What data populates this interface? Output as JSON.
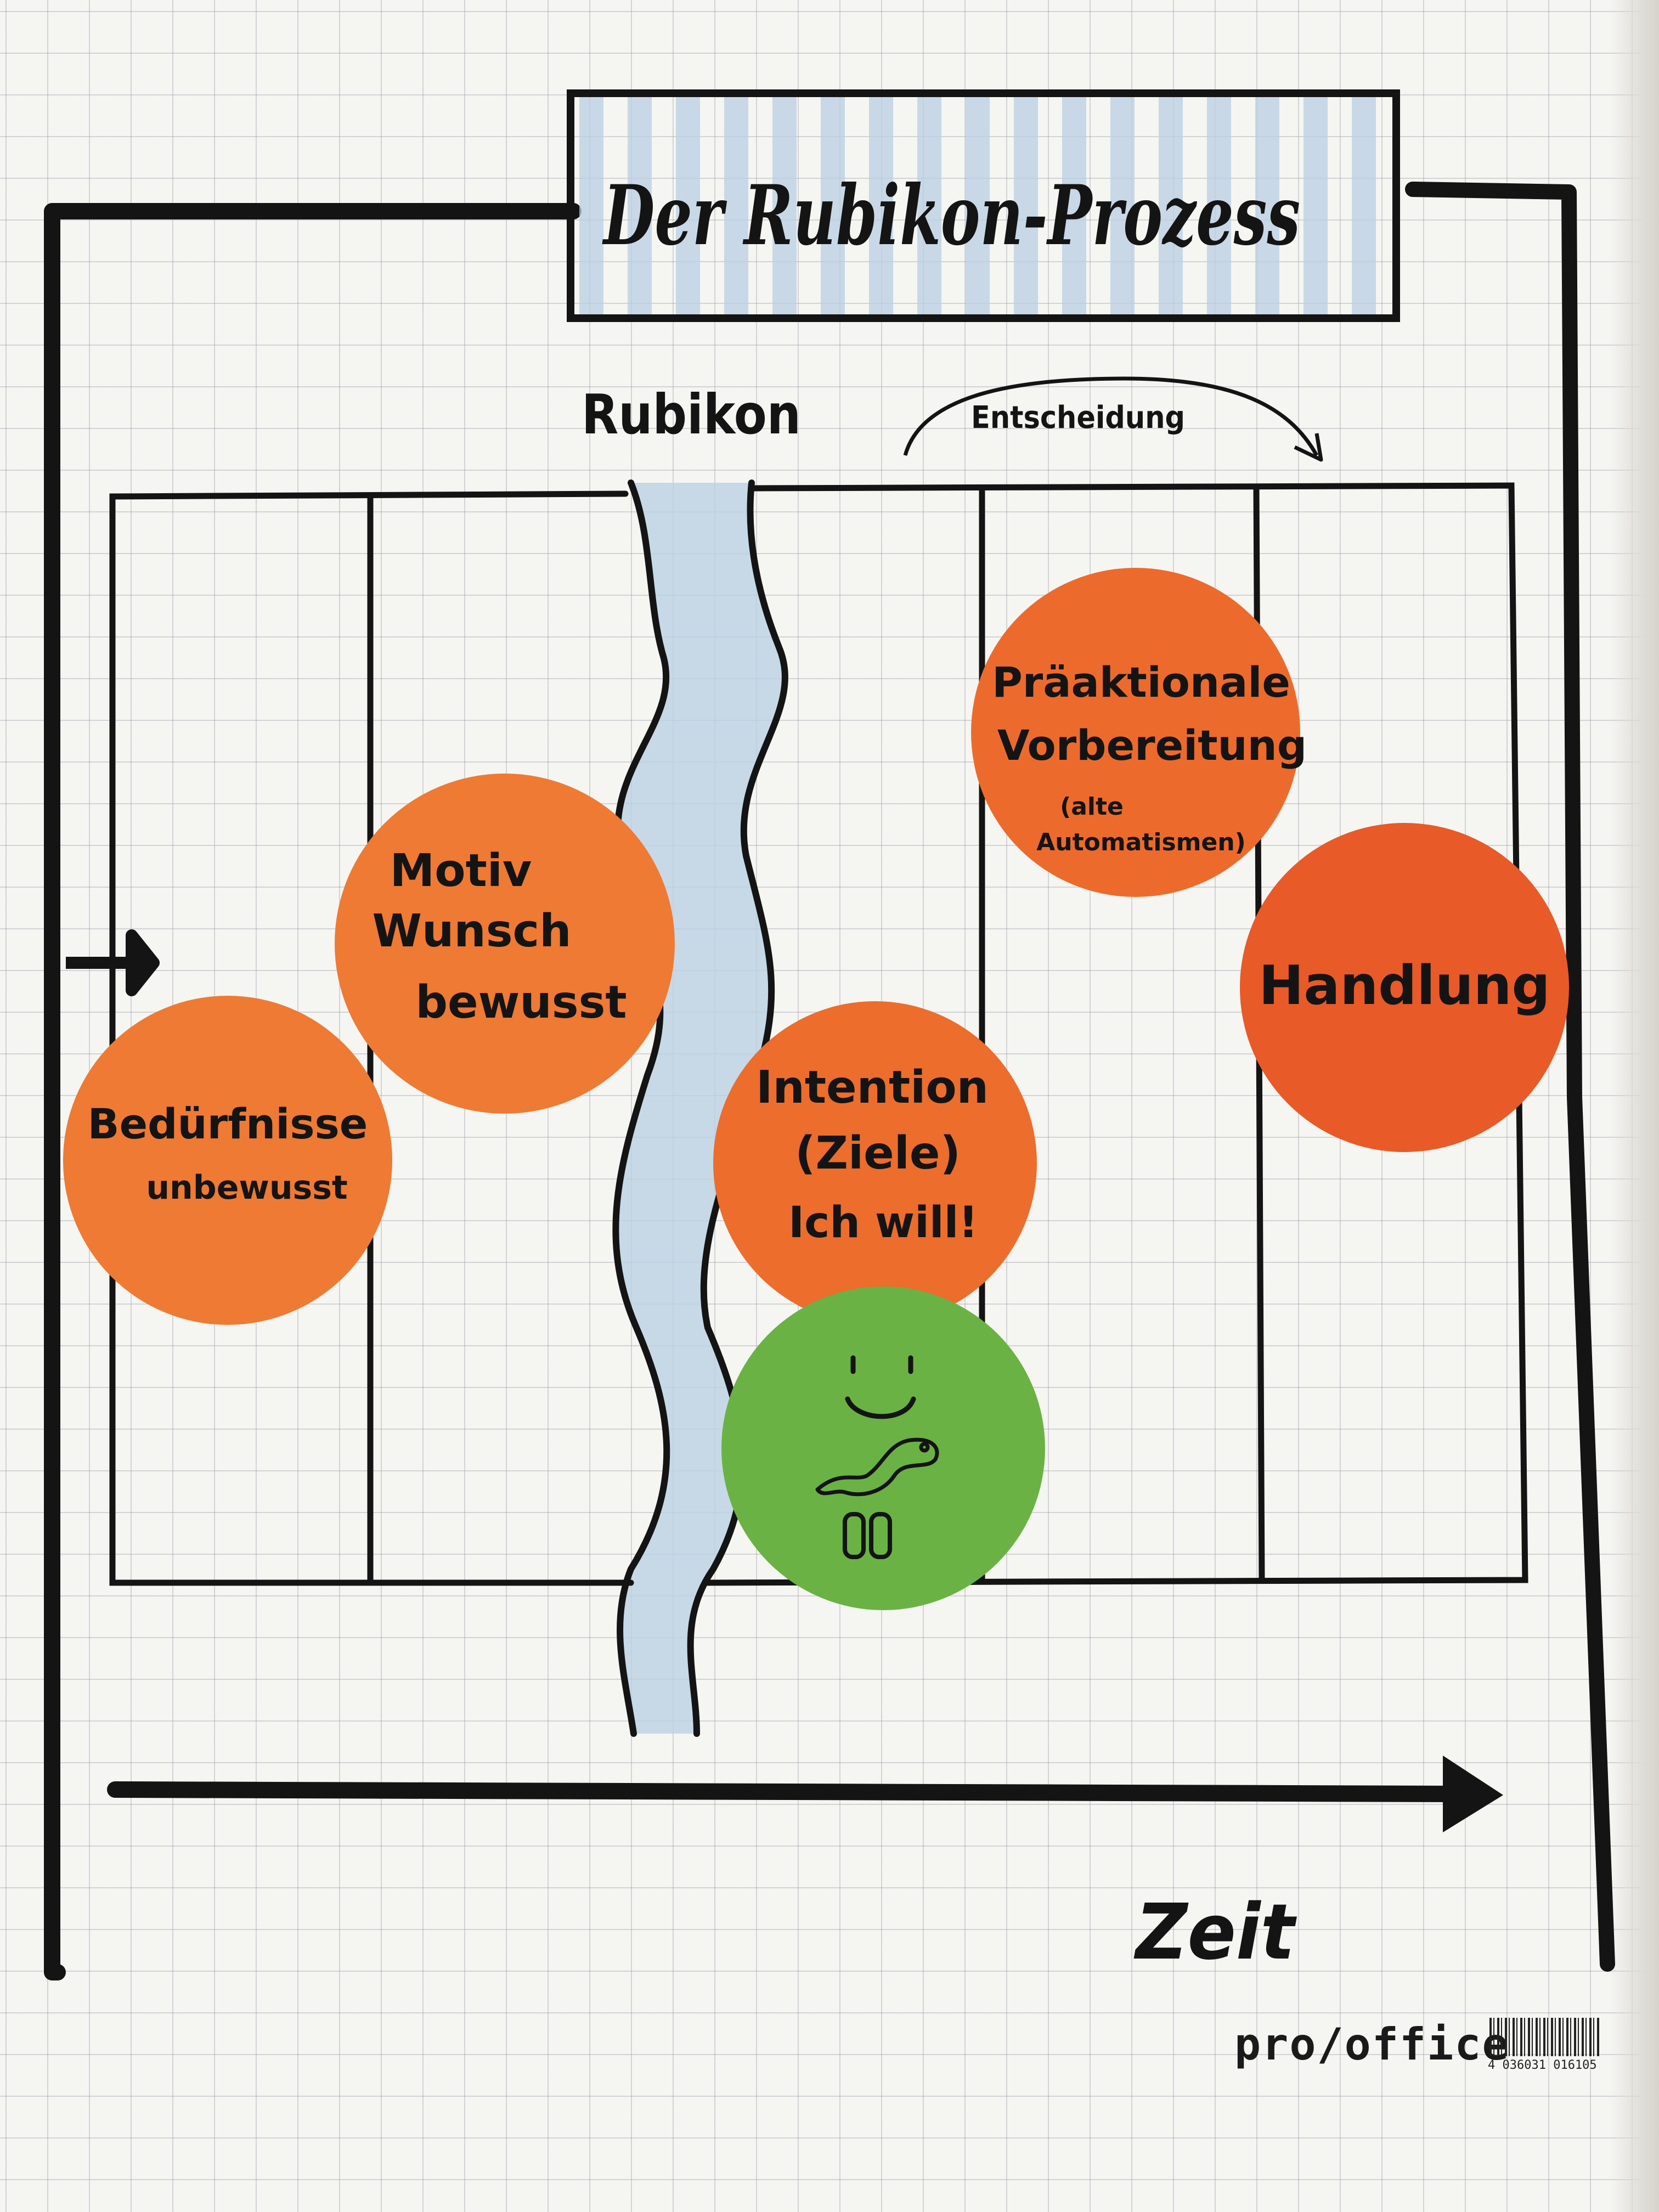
{
  "title": "Der Rubikon-Prozess",
  "labels": {
    "rubikon": "Rubikon",
    "entscheidung": "Entscheidung",
    "zeit": "Zeit"
  },
  "circles": {
    "beduerfnisse": {
      "line1": "Bedürfnisse",
      "line2": "unbewusst",
      "color": "#ee7a34"
    },
    "motiv": {
      "line1": "Motiv",
      "line2": "Wunsch",
      "line3": "bewusst",
      "color": "#ee7a34"
    },
    "intention": {
      "line1": "Intention",
      "line2": "(Ziele)",
      "line3": "Ich will!",
      "color": "#ec6d2c"
    },
    "praeaktionale": {
      "line1": "Präaktionale",
      "line2": "Vorbereitung",
      "line3": "(alte",
      "line4": "Automatismen)",
      "color": "#ec6b2c"
    },
    "handlung": {
      "line1": "Handlung",
      "color": "#e85a27"
    },
    "green": {
      "color": "#6bb244"
    }
  },
  "brand": {
    "name": "pro/office",
    "barcode_number": "4 036031 016105"
  },
  "colors": {
    "ink": "#141414",
    "river": "#bcd2e4",
    "title_stripes": "#b9cfe2"
  }
}
